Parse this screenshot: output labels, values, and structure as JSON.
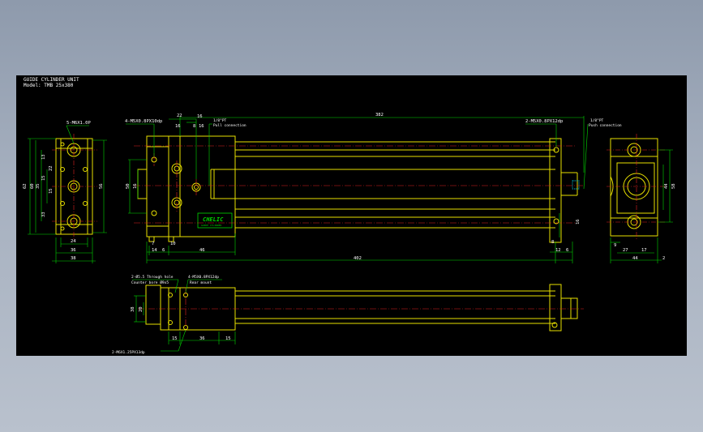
{
  "title": {
    "line1": "GUIDE CYLINDER UNIT",
    "line2": "Model: TMB 25x380"
  },
  "colors": {
    "background": "#000000",
    "outline": "#e8e000",
    "dimension": "#00d600",
    "centerline": "#e02020",
    "text": "#ffffff",
    "cyan": "#00e8ff"
  },
  "views": {
    "end_left": {
      "callout": "5-M6X1.0P",
      "dims_left": [
        "62",
        "60",
        "35",
        "15",
        "33"
      ],
      "dims_left_mid": [
        "13",
        "15",
        "22"
      ],
      "dim_right": "56",
      "bottom": [
        "24",
        "36",
        "38"
      ]
    },
    "front": {
      "callout_left": "4-M5X0.8PX10dp",
      "dims_top": [
        "22",
        "16",
        "382"
      ],
      "port_top": "1/8\"PT",
      "port_top_note": "Pull connection",
      "callout_right": "2-M5X0.8PX12dp",
      "port_right": "1/8\"PT",
      "port_right_note": "Push connection",
      "dims_left": [
        "50",
        "16"
      ],
      "dims_inner": [
        "8",
        "16",
        "16"
      ],
      "dim_rod_end": "16",
      "bottom": [
        "7",
        "10",
        "14",
        "6",
        "46",
        "402",
        "8",
        "12",
        "6"
      ],
      "label": {
        "brand": "CHELIC",
        "subtitle": "GUIDE CYLINDER"
      }
    },
    "end_right": {
      "dims_right": [
        "44",
        "58"
      ],
      "bottom": [
        "9",
        "27",
        "17",
        "44",
        "2"
      ]
    },
    "top": {
      "callout_left": "2-Ø5.5 Through hole",
      "callout_left_sub": "Counter bore Ø9x5",
      "callout_mid": "4-M5X0.8PX12dp",
      "callout_mid_sub": "Rear mount",
      "callout_bottom": "2-M6X1.25PX13dp",
      "dims_left": [
        "38",
        "20"
      ],
      "bottom": [
        "15",
        "36",
        "15"
      ]
    }
  }
}
